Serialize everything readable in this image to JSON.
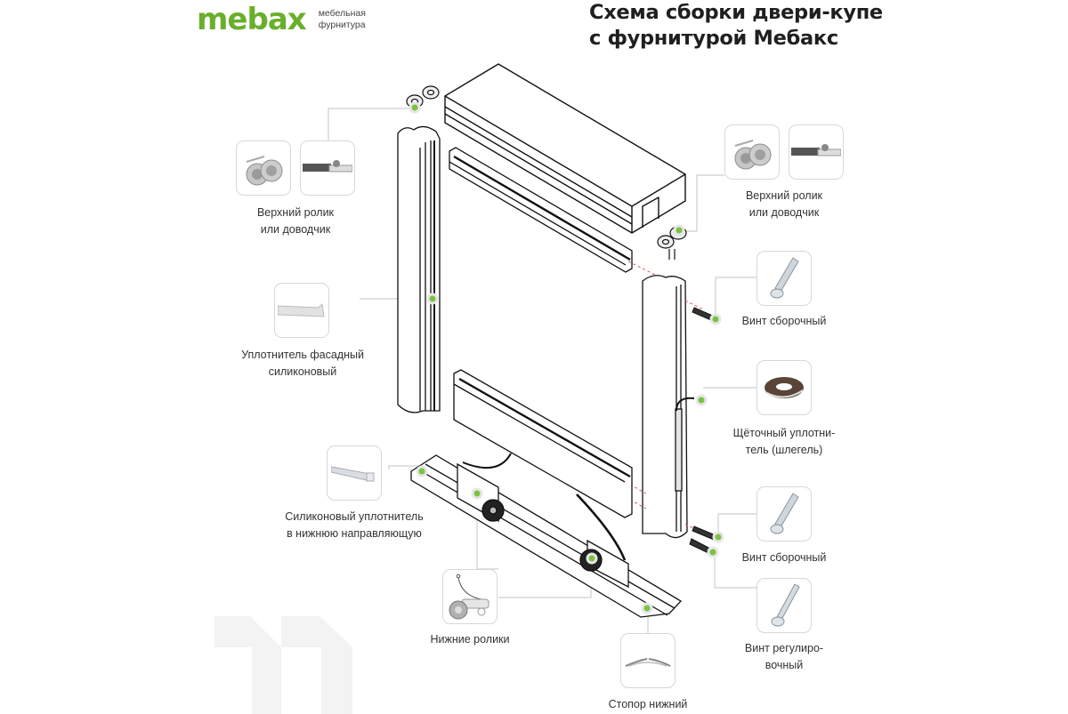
{
  "brand": {
    "name": "mebax",
    "tagline_line1": "мебельная",
    "tagline_line2": "фурнитура",
    "color": "#6aaf2c"
  },
  "header": {
    "title_line1": "Схема сборки двери-купе",
    "title_line2": "с фурнитурой Мебакс"
  },
  "callouts": [
    {
      "id": "top-roller-left",
      "label_line1": "Верхний ролик",
      "label_line2": "или доводчик",
      "images": [
        "top-roller-icon",
        "closer-icon"
      ]
    },
    {
      "id": "top-roller-right",
      "label_line1": "Верхний ролик",
      "label_line2": "или доводчик",
      "images": [
        "top-roller-icon",
        "closer-icon"
      ]
    },
    {
      "id": "facade-seal",
      "label_line1": "Уплотнитель фасадный",
      "label_line2": "силиконовый",
      "images": [
        "silicone-seal-icon"
      ]
    },
    {
      "id": "assembly-screw-top",
      "label_line1": "Винт сборочный",
      "label_line2": "",
      "images": [
        "assembly-screw-icon"
      ]
    },
    {
      "id": "brush-seal",
      "label_line1": "Щёточный уплотни-",
      "label_line2": "тель (шлегель)",
      "images": [
        "brush-seal-roll-icon"
      ]
    },
    {
      "id": "bottom-rail-seal",
      "label_line1": "Силиконовый уплотнитель",
      "label_line2": "в нижнюю направляющую",
      "images": [
        "rail-seal-icon"
      ]
    },
    {
      "id": "assembly-screw-bottom",
      "label_line1": "Винт сборочный",
      "label_line2": "",
      "images": [
        "assembly-screw-icon"
      ]
    },
    {
      "id": "bottom-rollers",
      "label_line1": "Нижние ролики",
      "label_line2": "",
      "images": [
        "bottom-roller-icon"
      ]
    },
    {
      "id": "adjust-screw",
      "label_line1": "Винт регулиро-",
      "label_line2": "вочный",
      "images": [
        "adjusting-screw-icon"
      ]
    },
    {
      "id": "bottom-stopper",
      "label_line1": "Стопор нижний",
      "label_line2": "",
      "images": [
        "bottom-stopper-icon"
      ]
    }
  ],
  "colors": {
    "accent_dot": "#7cc242",
    "line": "#cfcfcf",
    "card_border": "#d7d7d7",
    "watermark": "#f3f3f3"
  }
}
